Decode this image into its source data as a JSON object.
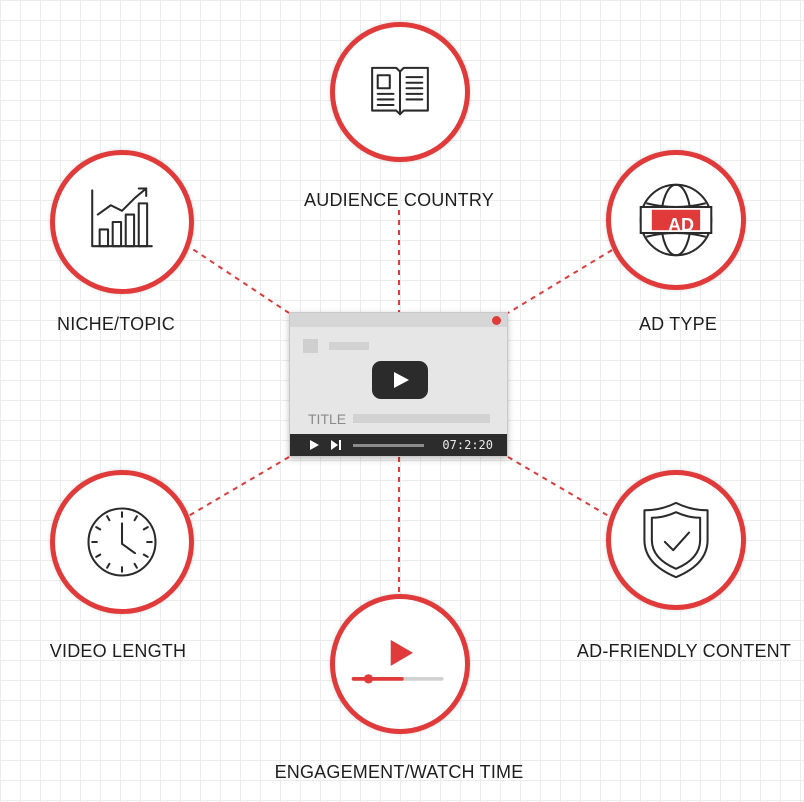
{
  "nodes": {
    "audience_country": {
      "label": "AUDIENCE COUNTRY"
    },
    "niche_topic": {
      "label": "NICHE/TOPIC"
    },
    "ad_type": {
      "label": "AD TYPE",
      "badge": "AD"
    },
    "video_length": {
      "label": "VIDEO LENGTH"
    },
    "ad_friendly": {
      "label": "AD-FRIENDLY CONTENT"
    },
    "engagement": {
      "label": "ENGAGEMENT/WATCH TIME"
    }
  },
  "player": {
    "title_label": "TITLE",
    "time": "07:2:20"
  },
  "colors": {
    "accent": "#e03a3a",
    "icon": "#2a2a2a",
    "player_bar": "#2c2c2c"
  },
  "icons": {
    "audience_country": "open-book-icon",
    "niche_topic": "growth-chart-icon",
    "ad_type": "ad-globe-icon",
    "video_length": "clock-icon",
    "ad_friendly": "shield-check-icon",
    "engagement": "video-progress-icon"
  }
}
